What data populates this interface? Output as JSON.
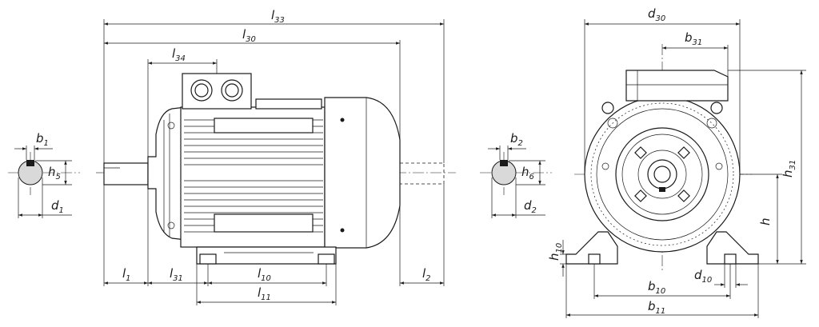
{
  "labels": {
    "l33": {
      "main": "l",
      "sub": "33"
    },
    "l30": {
      "main": "l",
      "sub": "30"
    },
    "l34": {
      "main": "l",
      "sub": "34"
    },
    "l1": {
      "main": "l",
      "sub": "1"
    },
    "l31": {
      "main": "l",
      "sub": "31"
    },
    "l10": {
      "main": "l",
      "sub": "10"
    },
    "l11": {
      "main": "l",
      "sub": "11"
    },
    "l2": {
      "main": "l",
      "sub": "2"
    },
    "b1": {
      "main": "b",
      "sub": "1"
    },
    "h5": {
      "main": "h",
      "sub": "5"
    },
    "d1": {
      "main": "d",
      "sub": "1"
    },
    "b2": {
      "main": "b",
      "sub": "2"
    },
    "h6": {
      "main": "h",
      "sub": "6"
    },
    "d2": {
      "main": "d",
      "sub": "2"
    },
    "d30": {
      "main": "d",
      "sub": "30"
    },
    "b31": {
      "main": "b",
      "sub": "31"
    },
    "h31": {
      "main": "h",
      "sub": "31"
    },
    "h": {
      "main": "h",
      "sub": ""
    },
    "h10": {
      "main": "h",
      "sub": "10"
    },
    "d10": {
      "main": "d",
      "sub": "10"
    },
    "b10": {
      "main": "b",
      "sub": "10"
    },
    "b11": {
      "main": "b",
      "sub": "11"
    }
  }
}
